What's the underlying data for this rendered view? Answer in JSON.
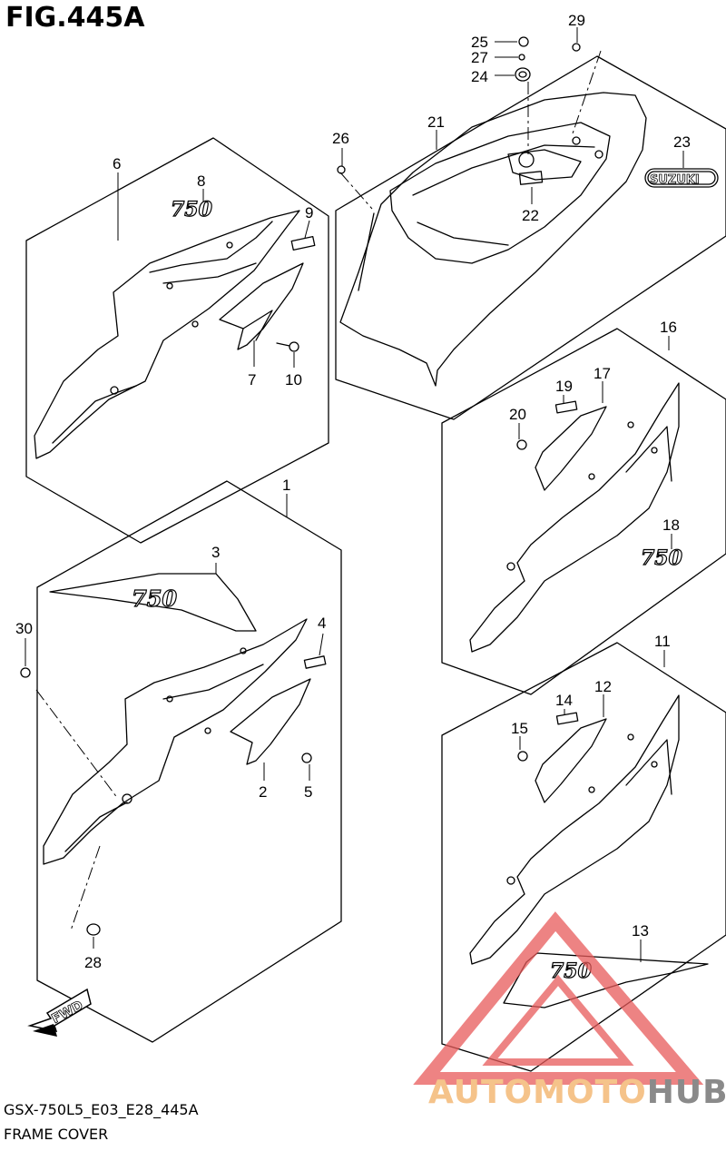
{
  "figure": {
    "title": "FIG.445A",
    "model_code": "GSX-750L5_E03_E28_445A",
    "section_name": "FRAME COVER"
  },
  "callouts": {
    "c1": "1",
    "c2": "2",
    "c3": "3",
    "c4": "4",
    "c5": "5",
    "c6": "6",
    "c7": "7",
    "c8": "8",
    "c9": "9",
    "c10": "10",
    "c11": "11",
    "c12": "12",
    "c13": "13",
    "c14": "14",
    "c15": "15",
    "c16": "16",
    "c17": "17",
    "c18": "18",
    "c19": "19",
    "c20": "20",
    "c21": "21",
    "c22": "22",
    "c23": "23",
    "c24": "24",
    "c25": "25",
    "c26": "26",
    "c27": "27",
    "c28": "28",
    "c29": "29",
    "c30": "30"
  },
  "badges": {
    "emblem_750": "750",
    "brand": "SUZUKI"
  },
  "direction_arrow": "FWD",
  "watermark": {
    "part1": "AUTOMOTO",
    "part2": "HUB",
    "color_primary": "#f5c38a",
    "color_secondary": "#8a8a8a",
    "logo_color": "#e85a5a"
  }
}
